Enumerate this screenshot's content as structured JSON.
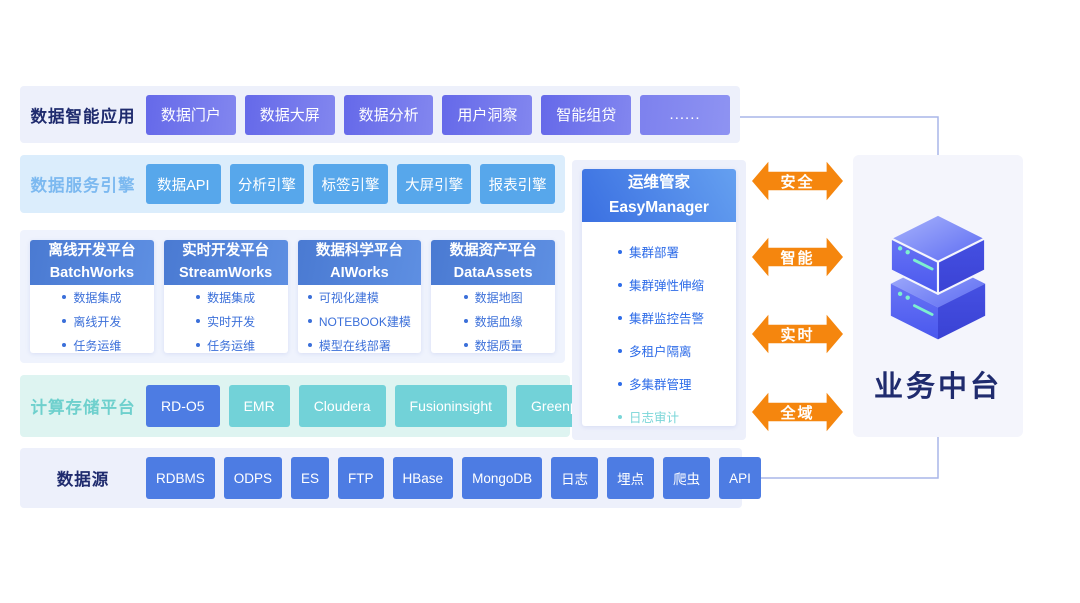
{
  "rows": {
    "apps": {
      "label": "数据智能应用",
      "items": [
        "数据门户",
        "数据大屏",
        "数据分析",
        "用户洞察",
        "智能组贷",
        "......"
      ]
    },
    "engines": {
      "label": "数据服务引擎",
      "items": [
        "数据API",
        "分析引擎",
        "标签引擎",
        "大屏引擎",
        "报表引擎"
      ]
    },
    "platforms": {
      "cards": [
        {
          "title_cn": "离线开发平台",
          "title_en": "BatchWorks",
          "bullets": [
            "数据集成",
            "离线开发",
            "任务运维"
          ]
        },
        {
          "title_cn": "实时开发平台",
          "title_en": "StreamWorks",
          "bullets": [
            "数据集成",
            "实时开发",
            "任务运维"
          ]
        },
        {
          "title_cn": "数据科学平台",
          "title_en": "AIWorks",
          "bullets": [
            "可视化建模",
            "NOTEBOOK建模",
            "模型在线部署"
          ]
        },
        {
          "title_cn": "数据资产平台",
          "title_en": "DataAssets",
          "bullets": [
            "数据地图",
            "数据血缘",
            "数据质量"
          ]
        }
      ]
    },
    "compute": {
      "label": "计算存储平台",
      "items": [
        "RD-O5",
        "EMR",
        "Cloudera",
        "Fusioninsight",
        "Greenplum"
      ]
    },
    "sources": {
      "label": "数据源",
      "items": [
        "RDBMS",
        "ODPS",
        "ES",
        "FTP",
        "HBase",
        "MongoDB",
        "日志",
        "埋点",
        "爬虫",
        "API"
      ]
    }
  },
  "ops": {
    "title_cn": "运维管家",
    "title_en": "EasyManager",
    "bullets": [
      "集群部署",
      "集群弹性伸缩",
      "集群监控告警",
      "多租户隔离",
      "多集群管理",
      "日志审计"
    ]
  },
  "arrows": {
    "a1": "安全",
    "a2": "智能",
    "a3": "实时",
    "a4": "全域"
  },
  "business": {
    "title": "业务中台",
    "icon": "server-stack-icon"
  },
  "colors": {
    "c-orange": "#f5860e",
    "c-navy": "#1f2b6e",
    "c-blue-btn": "#4d7ce3",
    "c-sky-btn": "#57a7eb",
    "c-teal-btn": "#72d2d8",
    "c-line": "#a9b6e9"
  }
}
